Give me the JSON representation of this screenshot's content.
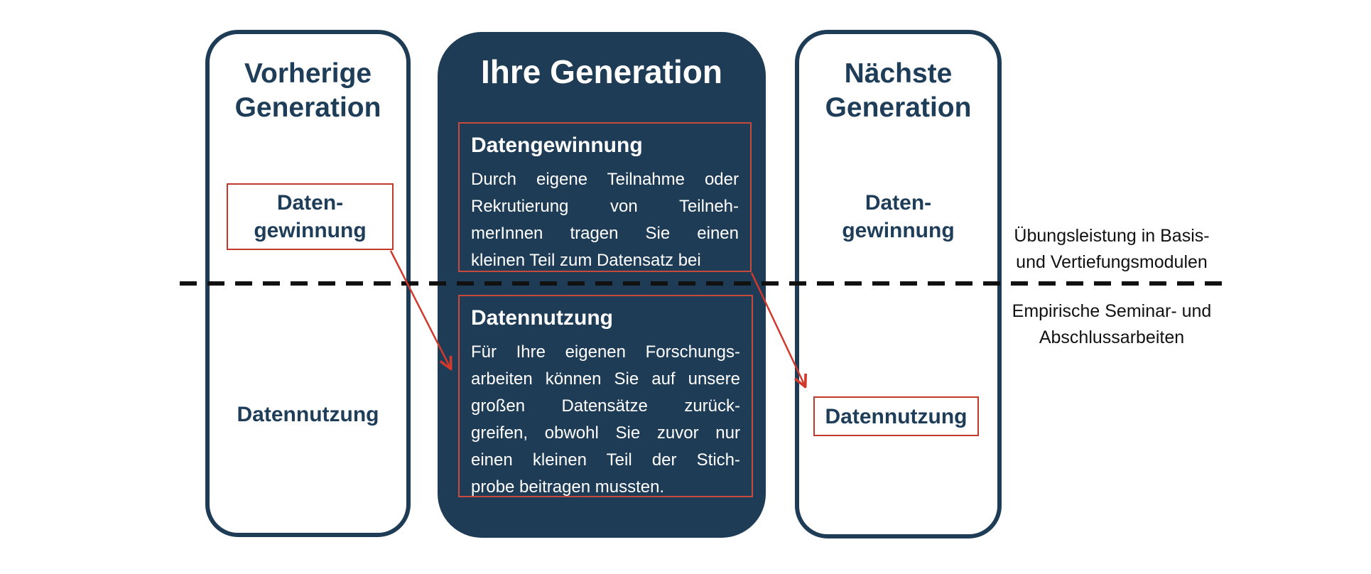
{
  "colors": {
    "navy": "#1e3c55",
    "red_accent": "#c0392b",
    "annotation_text": "#111111",
    "white": "#ffffff"
  },
  "left_column": {
    "title": "Vorherige\nGeneration",
    "datengewinnung_label": "Daten-\ngewinnung",
    "datennutzung_label": "Datennutzung"
  },
  "center_column": {
    "title": "Ihre Generation",
    "top_section": {
      "heading": "Datengewinnung",
      "body_lines": [
        "Durch eigene Teilnahme oder",
        "Rekrutierung von Teilneh-",
        "merInnen tragen Sie einen",
        "kleinen Teil zum Datensatz bei"
      ]
    },
    "bottom_section": {
      "heading": "Datennutzung",
      "body_lines": [
        "Für Ihre eigenen Forschungs-",
        "arbeiten können Sie auf unsere",
        "großen Datensätze zurück-",
        "greifen, obwohl Sie zuvor nur",
        "einen kleinen Teil der Stich-",
        "probe beitragen mussten."
      ]
    }
  },
  "right_column": {
    "title": "Nächste\nGeneration",
    "datengewinnung_label": "Daten-\ngewinnung",
    "datennutzung_label": "Datennutzung"
  },
  "annotations": {
    "above_line": "Übungsleistung in Basis-\nund Vertiefungsmodulen",
    "below_line": "Empirische Seminar- und\nAbschlussarbeiten"
  }
}
